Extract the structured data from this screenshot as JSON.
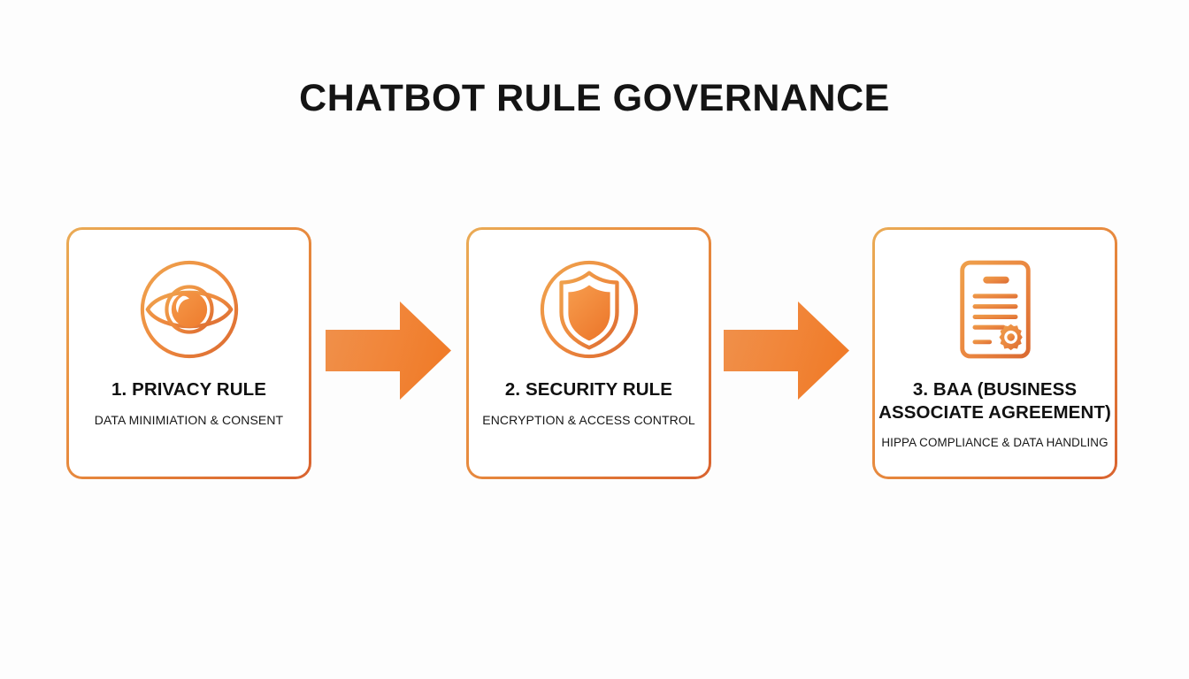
{
  "slide": {
    "title": "CHATBOT RULE GOVERNANCE",
    "background_color": "#fdfdfd",
    "accent_color": "#ED8136",
    "accent_light": "#EAAB55",
    "accent_dark": "#D9632F",
    "title_color": "#141414"
  },
  "flow": {
    "cards": [
      {
        "icon": "eye-icon",
        "title": "1. PRIVACY RULE",
        "subtitle": "DATA MINIMIATION & CONSENT"
      },
      {
        "icon": "shield-icon",
        "title": "2. SECURITY RULE",
        "subtitle": "ENCRYPTION & ACCESS CONTROL"
      },
      {
        "icon": "certificate-document-icon",
        "title": "3. BAA (BUSINESS ASSOCIATE AGREEMENT)",
        "subtitle": "HIPPA COMPLIANCE & DATA HANDLING"
      }
    ],
    "arrows": [
      {
        "name": "arrow-right-icon",
        "direction": "right"
      },
      {
        "name": "arrow-right-icon",
        "direction": "right"
      }
    ]
  }
}
